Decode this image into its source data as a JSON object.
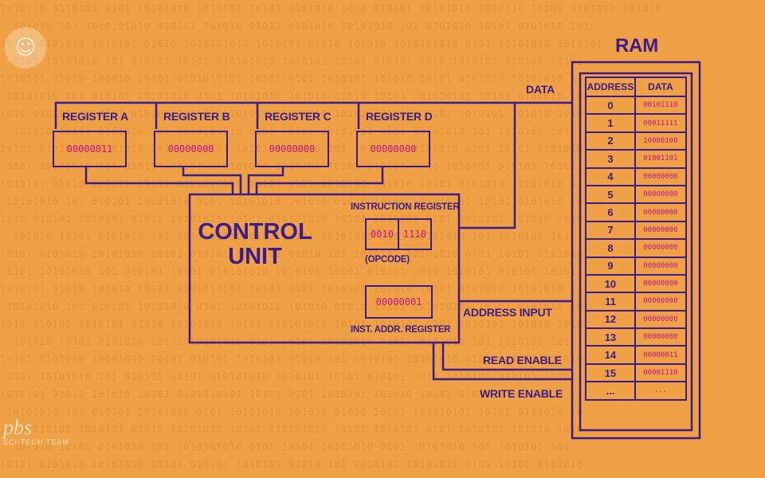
{
  "background_color": "#f0a146",
  "ink_color": "#3b1c8c",
  "value_color": "#c0178f",
  "registers": [
    {
      "label": "REGISTER A",
      "value": "00000011"
    },
    {
      "label": "REGISTER B",
      "value": "00000000"
    },
    {
      "label": "REGISTER C",
      "value": "00000000"
    },
    {
      "label": "REGISTER D",
      "value": "00000000"
    }
  ],
  "control_unit": {
    "title_line1": "CONTROL",
    "title_line2": "UNIT",
    "instruction_register_label": "INSTRUCTION REGISTER",
    "instruction_opcode": "0010",
    "instruction_operand": "1110",
    "opcode_label": "(OPCODE)",
    "inst_addr_value": "00000001",
    "inst_addr_label": "INST. ADDR. REGISTER"
  },
  "buses": {
    "data": "DATA",
    "address_input": "ADDRESS INPUT",
    "read_enable": "READ ENABLE",
    "write_enable": "WRITE ENABLE"
  },
  "ram": {
    "title": "RAM",
    "header_address": "ADDRESS",
    "header_data": "DATA",
    "rows": [
      {
        "address": "0",
        "data": "00101110"
      },
      {
        "address": "1",
        "data": "00011111"
      },
      {
        "address": "2",
        "data": "10000100"
      },
      {
        "address": "3",
        "data": "01001101"
      },
      {
        "address": "4",
        "data": "00000000"
      },
      {
        "address": "5",
        "data": "00000000"
      },
      {
        "address": "6",
        "data": "00000000"
      },
      {
        "address": "7",
        "data": "00000000"
      },
      {
        "address": "8",
        "data": "00000000"
      },
      {
        "address": "9",
        "data": "00000000"
      },
      {
        "address": "10",
        "data": "00000000"
      },
      {
        "address": "11",
        "data": "00000000"
      },
      {
        "address": "12",
        "data": "00000000"
      },
      {
        "address": "13",
        "data": "00000000"
      },
      {
        "address": "14",
        "data": "00000011"
      },
      {
        "address": "15",
        "data": "00001110"
      },
      {
        "address": "...",
        "data": "..."
      }
    ]
  },
  "logos": {
    "pbs_icon": "pbs-logo-icon",
    "team_mark": "pbs",
    "team_name": "SCI-TECH TEAM"
  }
}
